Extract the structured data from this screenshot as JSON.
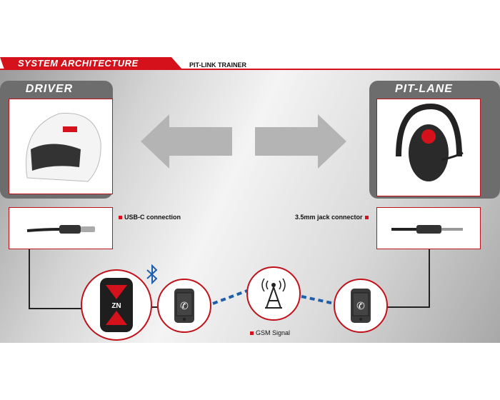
{
  "header": {
    "title": "SYSTEM ARCHITECTURE",
    "subtitle": "PIT-LINK TRAINER"
  },
  "driver": {
    "title": "DRIVER",
    "connection_label": "USB-C connection"
  },
  "pitlane": {
    "title": "PIT-LANE",
    "connection_label": "3.5mm jack connector"
  },
  "network": {
    "gsm_label": "GSM Signal",
    "remote_logo": "ZN"
  },
  "colors": {
    "accent": "#d5121b",
    "link": "#1f5ea8",
    "arrow": "#b4b4b4"
  }
}
